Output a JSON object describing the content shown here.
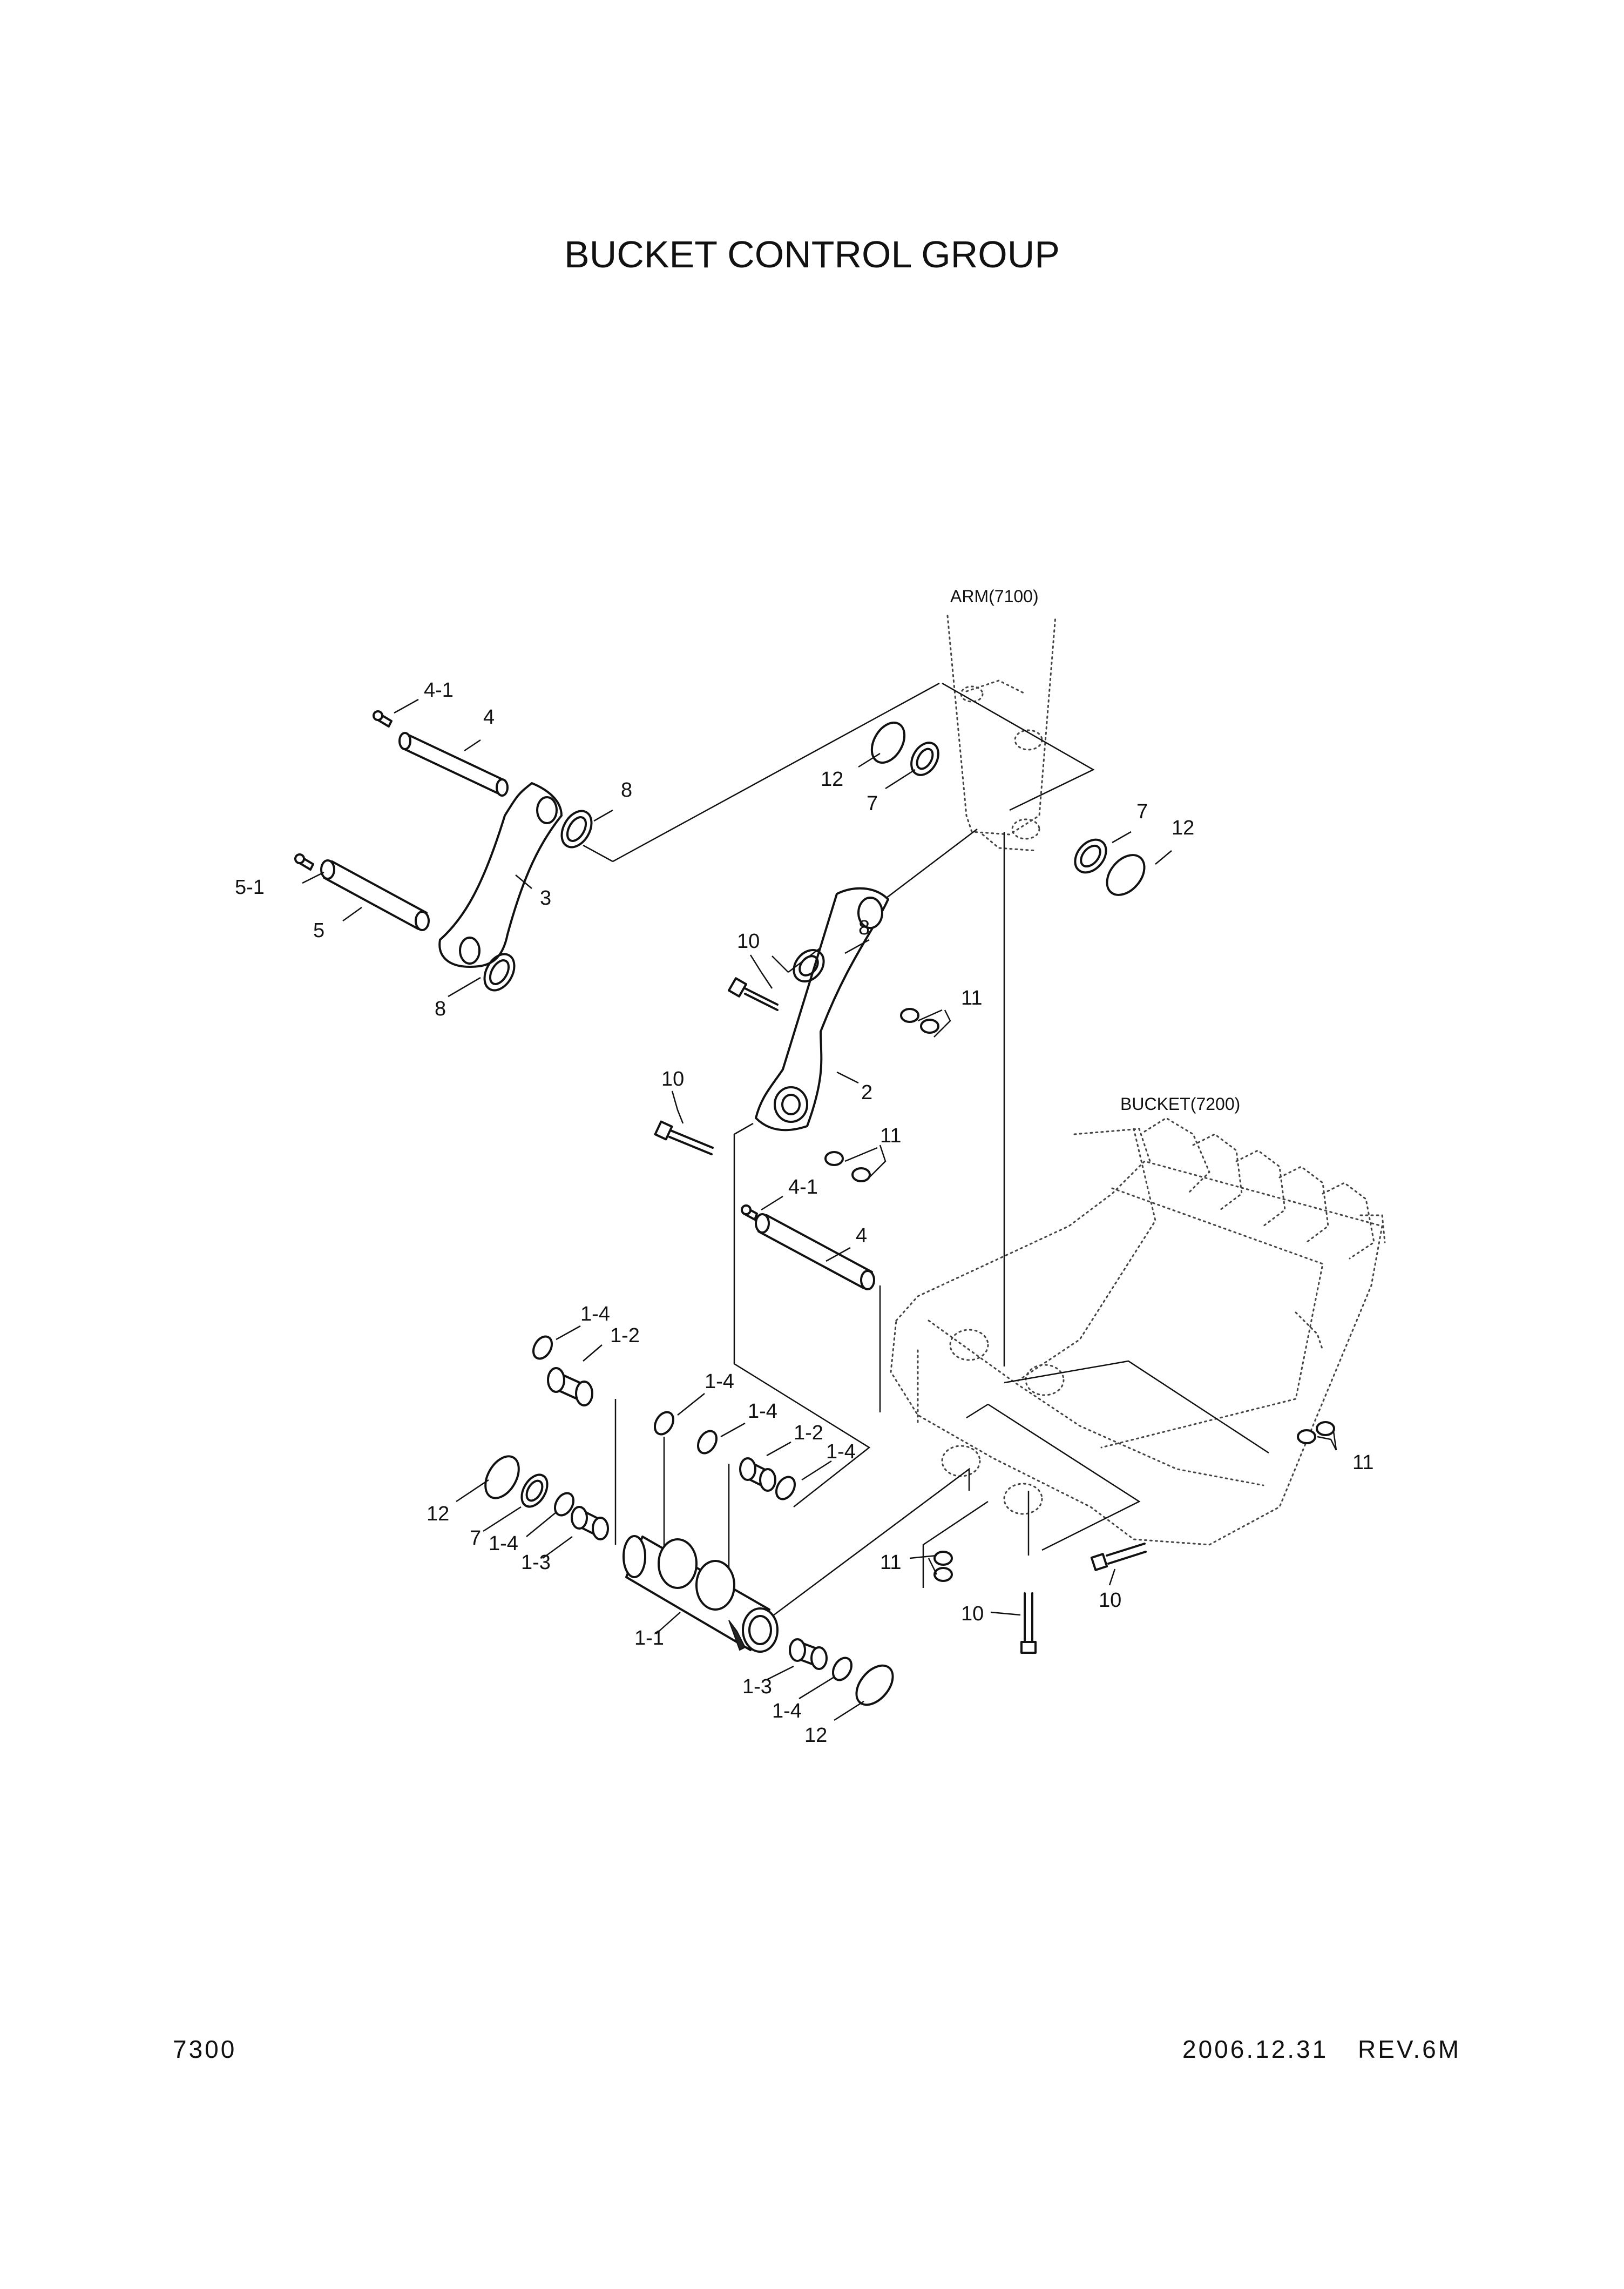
{
  "title": "BUCKET CONTROL GROUP",
  "page_number": "7300",
  "revision_date": "2006.12.31",
  "revision": "REV.6M",
  "assembly_refs": {
    "arm": "ARM(7100)",
    "bucket": "BUCKET(7200)"
  },
  "callouts": {
    "c4_1_top": "4-1",
    "c4_top": "4",
    "c8_top": "8",
    "c12_arm_left": "12",
    "c7_arm_left": "7",
    "c7_arm_right": "7",
    "c12_arm_right": "12",
    "c5_1": "5-1",
    "c5": "5",
    "c3": "3",
    "c8_left": "8",
    "c10_upper": "10",
    "c8_mid": "8",
    "c11_upper": "11",
    "c2": "2",
    "c10_lower": "10",
    "c11_mid": "11",
    "c4_1_mid": "4-1",
    "c4_mid": "4",
    "c1_4_a": "1-4",
    "c1_2_a": "1-2",
    "c1_4_b": "1-4",
    "c1_4_c": "1-4",
    "c1_2_b": "1-2",
    "c1_4_d": "1-4",
    "c12_left": "12",
    "c7_left": "7",
    "c1_4_e": "1-4",
    "c1_3_a": "1-3",
    "c1_1": "1-1",
    "c1_3_b": "1-3",
    "c1_4_f": "1-4",
    "c12_bottom": "12",
    "c11_bottom": "11",
    "c10_bottom_a": "10",
    "c10_bottom_b": "10",
    "c11_right": "11"
  }
}
